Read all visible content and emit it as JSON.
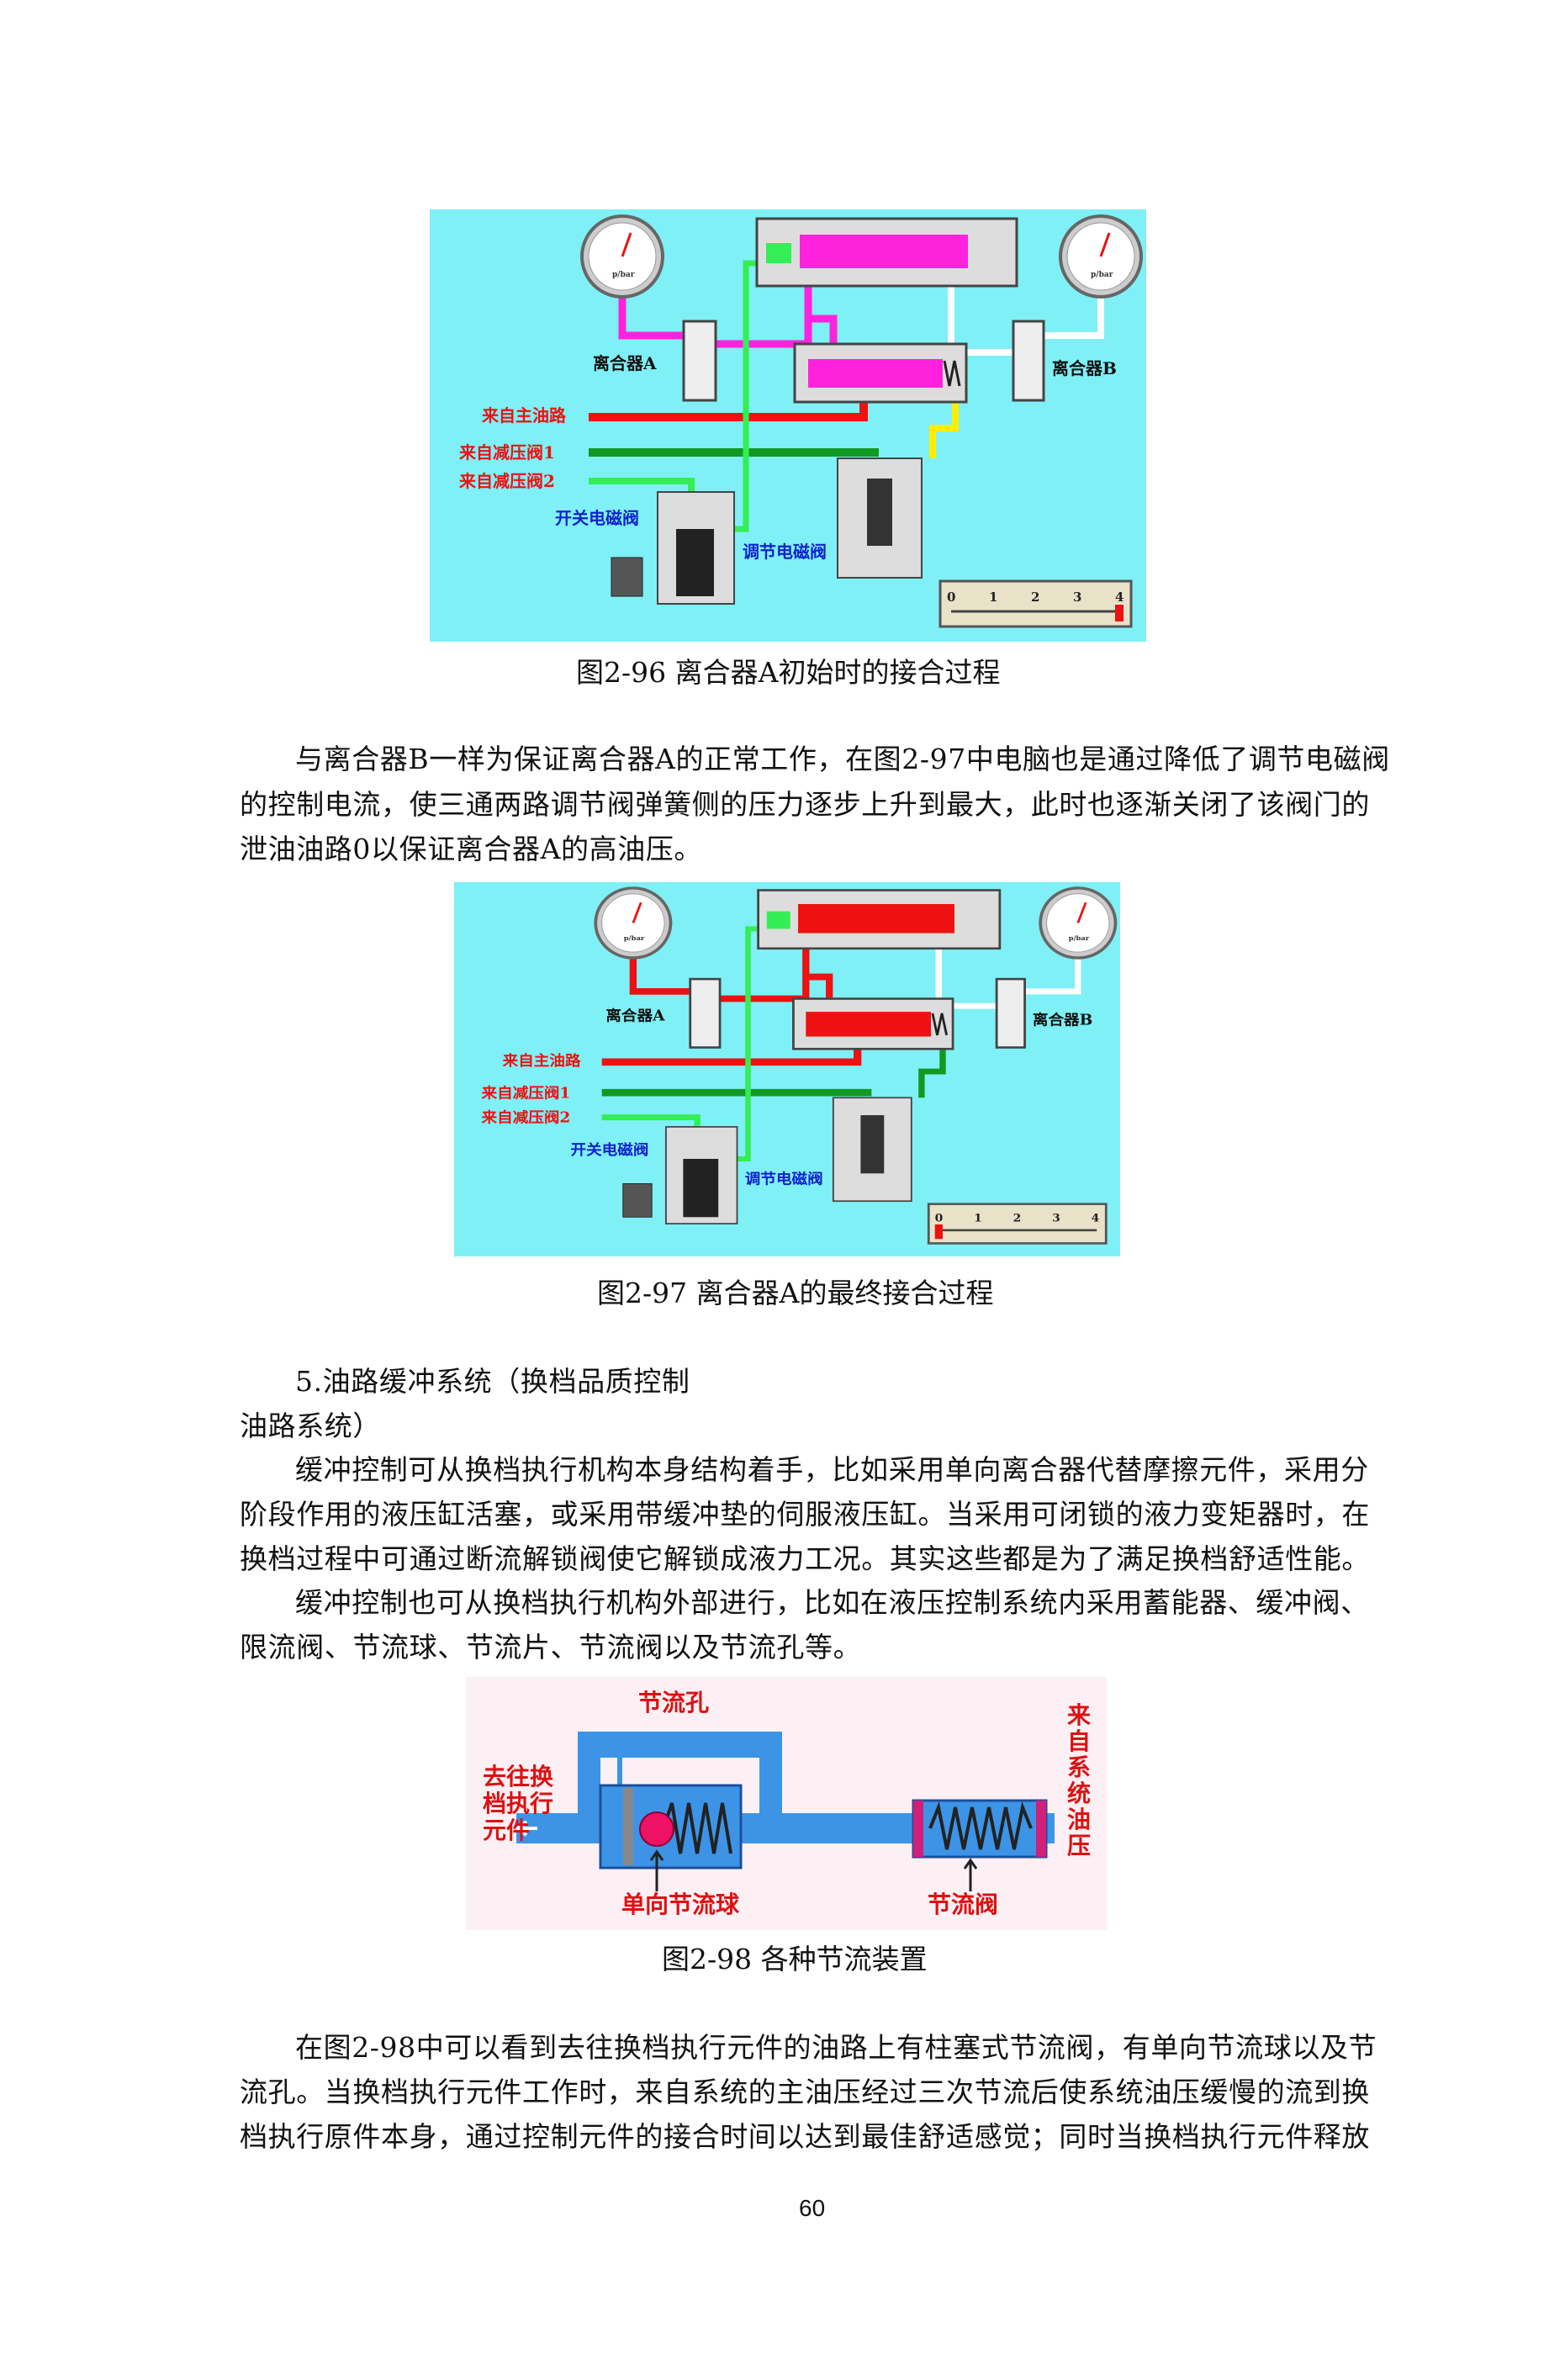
{
  "figures": [
    {
      "id": "fig-2-96",
      "caption": "图2-96    离合器A初始时的接合过程",
      "labels": {
        "clutch_a": "离合器A",
        "clutch_b": "离合器B",
        "main_oil": "来自主油路",
        "reducer1": "来自减压阀1",
        "reducer2": "来自减压阀2",
        "switch_solenoid": "开关电磁阀",
        "reg_solenoid": "调节电磁阀",
        "gauge_unit": "p/bar"
      },
      "scale_ticks": [
        "0",
        "1",
        "2",
        "3",
        "4"
      ],
      "scale_value": 4,
      "colors": {
        "bg": "#7ff0f6",
        "active": "#ff22dd",
        "main": "#ee1111",
        "reducer1": "#119922",
        "reducer2": "#33ee55",
        "yellow": "#ffee00"
      }
    },
    {
      "id": "fig-2-97",
      "caption": "图2-97  离合器A的最终接合过程",
      "labels": {
        "clutch_a": "离合器A",
        "clutch_b": "离合器B",
        "main_oil": "来自主油路",
        "reducer1": "来自减压阀1",
        "reducer2": "来自减压阀2",
        "switch_solenoid": "开关电磁阀",
        "reg_solenoid": "调节电磁阀",
        "gauge_unit": "p/bar"
      },
      "scale_ticks": [
        "0",
        "1",
        "2",
        "3",
        "4"
      ],
      "scale_value": 0,
      "colors": {
        "bg": "#7ff0f6",
        "active": "#ee1111",
        "main": "#ee1111",
        "reducer1": "#119922",
        "reducer2": "#33ee55",
        "yellow": "#119922"
      }
    },
    {
      "id": "fig-2-98",
      "caption": "图2-98  各种节流装置",
      "labels": {
        "orifice": "节流孔",
        "to_actuator": [
          "去往换",
          "档执行",
          "元件"
        ],
        "check_ball": "单向节流球",
        "throttle_valve": "节流阀",
        "from_system": [
          "来",
          "自",
          "系",
          "统",
          "油",
          "压"
        ]
      }
    }
  ],
  "paragraph1": [
    "与离合器B一样为保证离合器A的正常工作，在图2-97中电脑也是通过降低了调节电磁阀",
    "的控制电流，使三通两路调节阀弹簧侧的压力逐步上升到最大，此时也逐渐关闭了该阀门的",
    "泄油油路0以保证离合器A的高油压。"
  ],
  "section_heading": [
    "5.油路缓冲系统（换档品质控制",
    "油路系统）"
  ],
  "paragraph2": [
    "缓冲控制可从换档执行机构本身结构着手，比如采用单向离合器代替摩擦元件，采用分",
    "阶段作用的液压缸活塞，或采用带缓冲垫的伺服液压缸。当采用可闭锁的液力变矩器时，在",
    "换档过程中可通过断流解锁阀使它解锁成液力工况。其实这些都是为了满足换档舒适性能。"
  ],
  "paragraph3": [
    "缓冲控制也可从换档执行机构外部进行，比如在液压控制系统内采用蓄能器、缓冲阀、",
    "限流阀、节流球、节流片、节流阀以及节流孔等。"
  ],
  "paragraph4": [
    "在图2-98中可以看到去往换档执行元件的油路上有柱塞式节流阀，有单向节流球以及节",
    "流孔。当换档执行元件工作时，来自系统的主油压经过三次节流后使系统油压缓慢的流到换",
    "档执行原件本身，通过控制元件的接合时间以达到最佳舒适感觉；同时当换档执行元件释放"
  ],
  "page_number": "60"
}
